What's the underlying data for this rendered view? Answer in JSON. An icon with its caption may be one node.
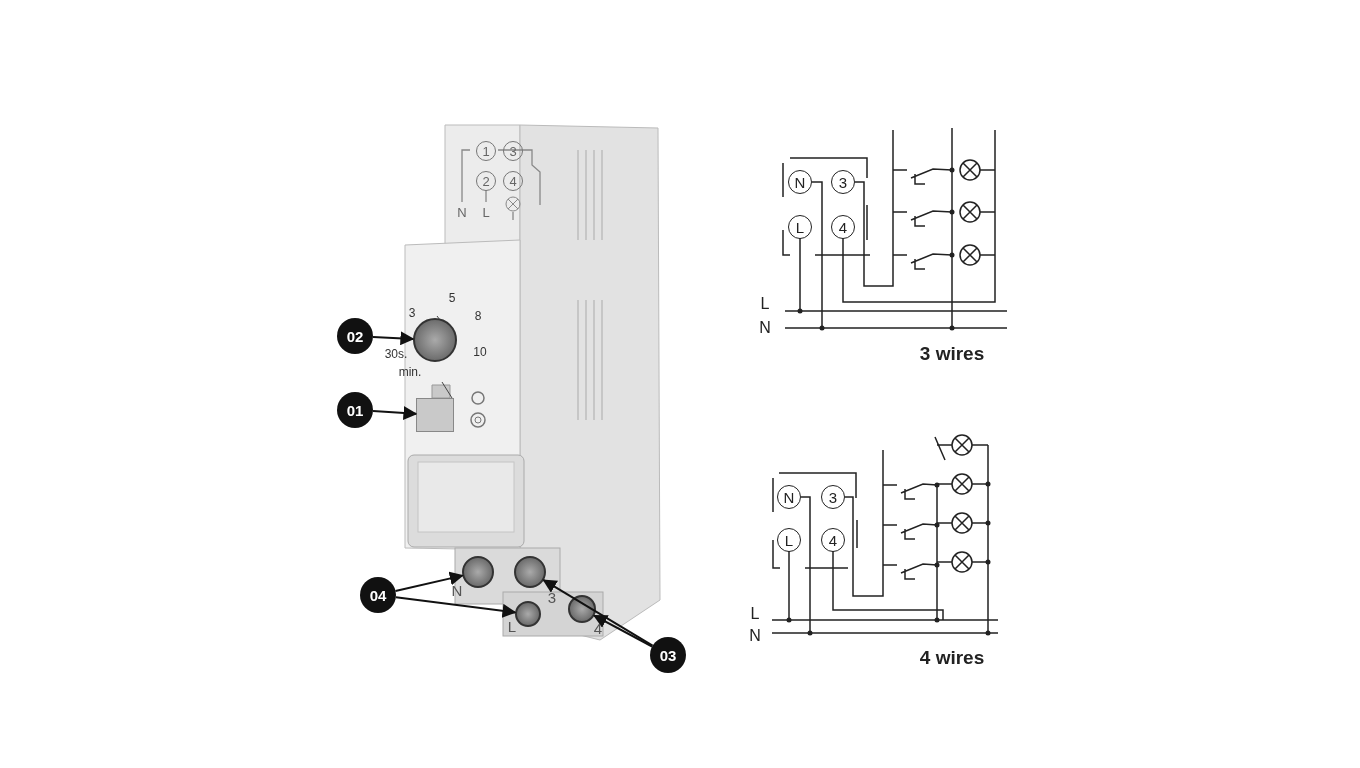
{
  "diagram": {
    "nodes": [
      {
        "text": [
          "02"
        ]
      },
      {
        "text": [
          "01"
        ]
      },
      {
        "text": [
          "04"
        ]
      },
      {
        "text": [
          "03"
        ]
      },
      {
        "text": [],
        "shape": "circle"
      },
      {
        "text": [],
        "shape": "box"
      },
      {
        "text": [],
        "shape": "circle"
      },
      {
        "text": [],
        "shape": "circle"
      },
      {
        "text": [],
        "shape": "circle"
      },
      {
        "text": [],
        "shape": "circle"
      }
    ],
    "edges": [
      {
        "from": 0,
        "to": 4,
        "arrow": "to"
      },
      {
        "from": 1,
        "to": 5,
        "arrow": "to"
      },
      {
        "from": 2,
        "to": 6,
        "arrow": "to"
      },
      {
        "from": 2,
        "to": 7,
        "arrow": "to"
      },
      {
        "from": 3,
        "to": 8,
        "arrow": "to"
      },
      {
        "from": 3,
        "to": 9,
        "arrow": "to"
      }
    ],
    "labels": [
      "1",
      "3",
      "2",
      "4",
      "N",
      "L",
      "3",
      "5",
      "8",
      "30s.",
      "10",
      "min.",
      "N",
      "3",
      "L",
      "4",
      "N",
      "3",
      "L",
      "4",
      "L",
      "N",
      "3 wires",
      "N",
      "3",
      "L",
      "4",
      "L",
      "N",
      "4 wires"
    ]
  }
}
